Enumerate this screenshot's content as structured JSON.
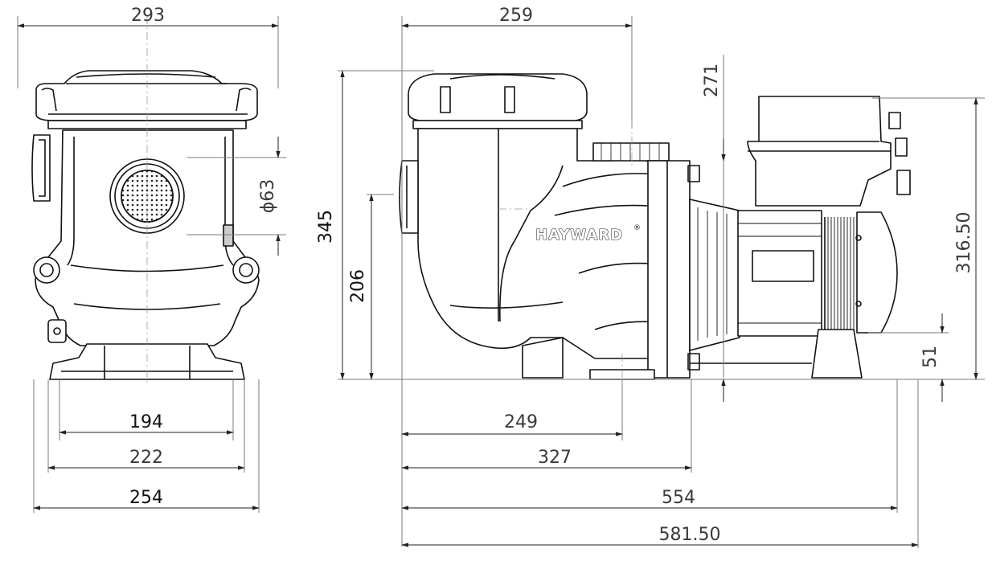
{
  "brand": {
    "logo_text": "HAYWARD",
    "registered_mark": "®"
  },
  "front_view": {
    "width_top": "293",
    "port_diameter": "ϕ63",
    "base_inner": "194",
    "base_mid": "222",
    "base_outer": "254"
  },
  "side_view": {
    "strainer_width": "259",
    "motor_height_step": "271",
    "overall_height": "345",
    "inlet_height": "206",
    "motor_total_height": "316.50",
    "foot_height": "51",
    "len_249": "249",
    "len_327": "327",
    "len_554": "554",
    "len_581": "581.50"
  },
  "colors": {
    "line": "#111111",
    "dim_line": "#7a7a7a",
    "fill_body": "#ffffff"
  }
}
